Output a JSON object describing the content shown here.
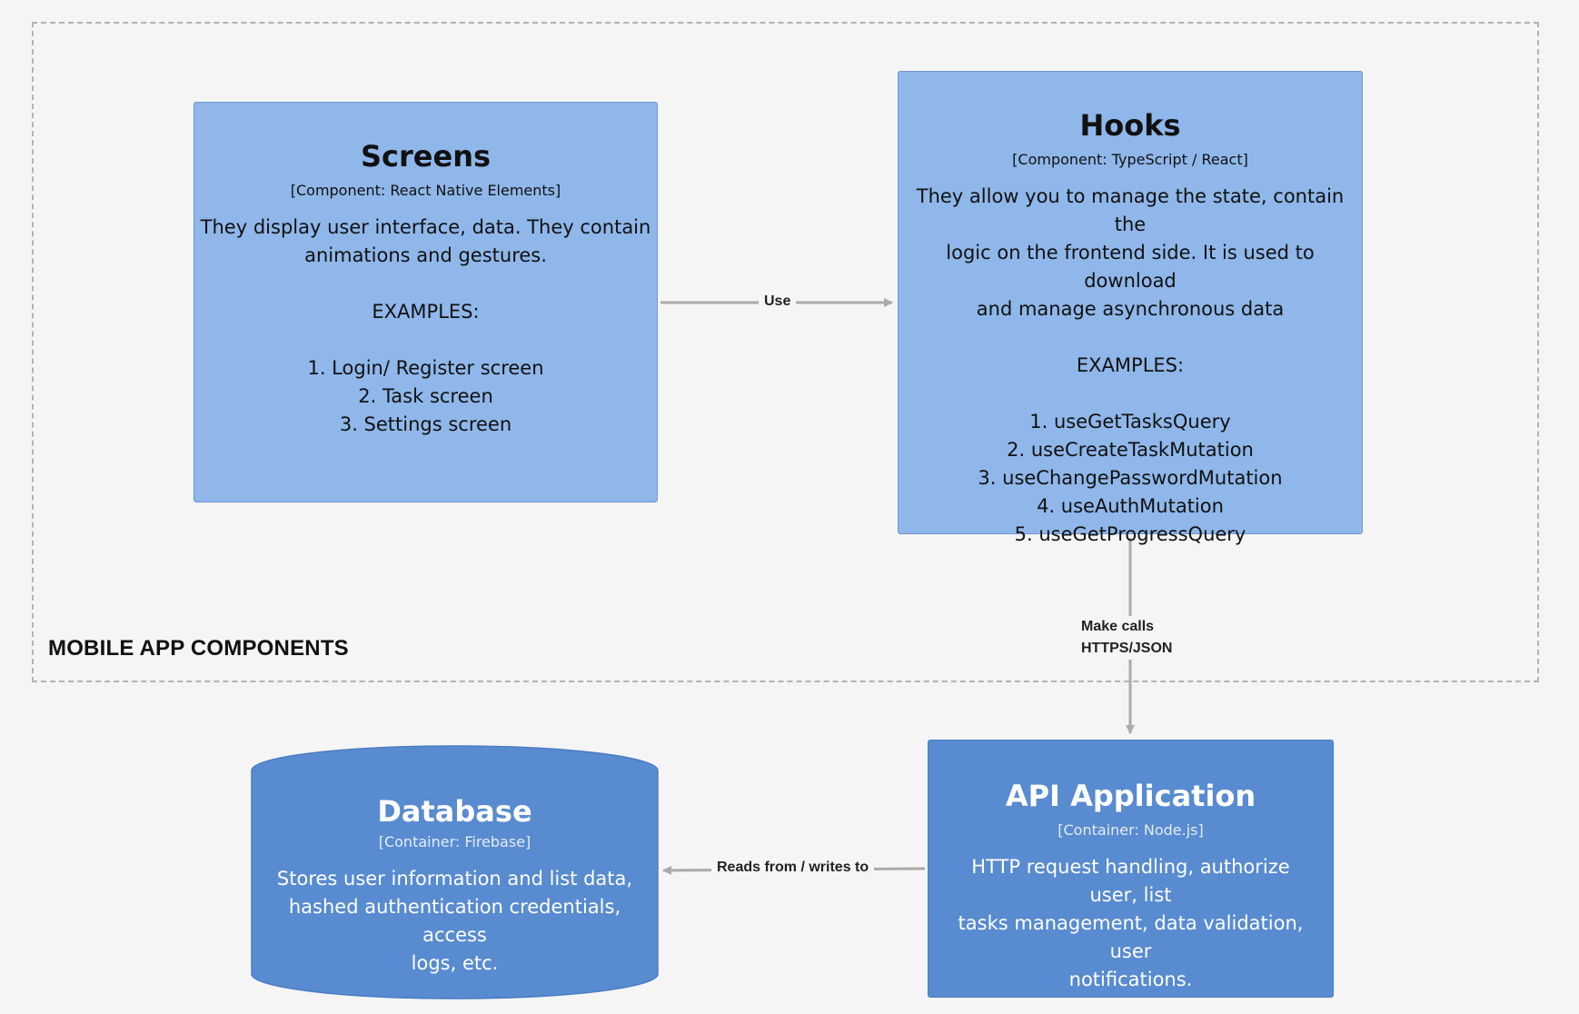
{
  "boundary": {
    "label": "MOBILE APP COMPONENTS"
  },
  "screens": {
    "title": "Screens",
    "technology": "[Component: React Native Elements]",
    "description": "They display user interface, data. They contain\nanimations and gestures.",
    "examples_label": "EXAMPLES:",
    "examples": [
      "1.  Login/ Register screen",
      "2.  Task screen",
      "3.  Settings screen"
    ]
  },
  "hooks": {
    "title": "Hooks",
    "technology": "[Component: TypeScript / React]",
    "description": "They allow you to manage the state, contain the\nlogic on the frontend side. It is used to download\nand manage asynchronous data",
    "examples_label": "EXAMPLES:",
    "examples": [
      "1.  useGetTasksQuery",
      "2.  useCreateTaskMutation",
      "3.   useChangePasswordMutation",
      "4.  useAuthMutation",
      "5.  useGetProgressQuery"
    ]
  },
  "api": {
    "title": "API Application",
    "technology": "[Container: Node.js]",
    "description": "HTTP request handling, authorize user, list\ntasks management, data validation, user\nnotifications."
  },
  "database": {
    "title": "Database",
    "technology": "[Container: Firebase]",
    "description": "Stores user information and list data,\nhashed authentication credentials, access\nlogs, etc."
  },
  "relations": {
    "use": "Use",
    "calls_line1": "Make calls",
    "calls_line2": "HTTPS/JSON",
    "reads_writes": "Reads from / writes to"
  },
  "colors": {
    "component_fill": "#8fb7ea",
    "container_fill": "#588bd0",
    "arrow": "#aaaaaa",
    "background": "#f5f5f5"
  }
}
